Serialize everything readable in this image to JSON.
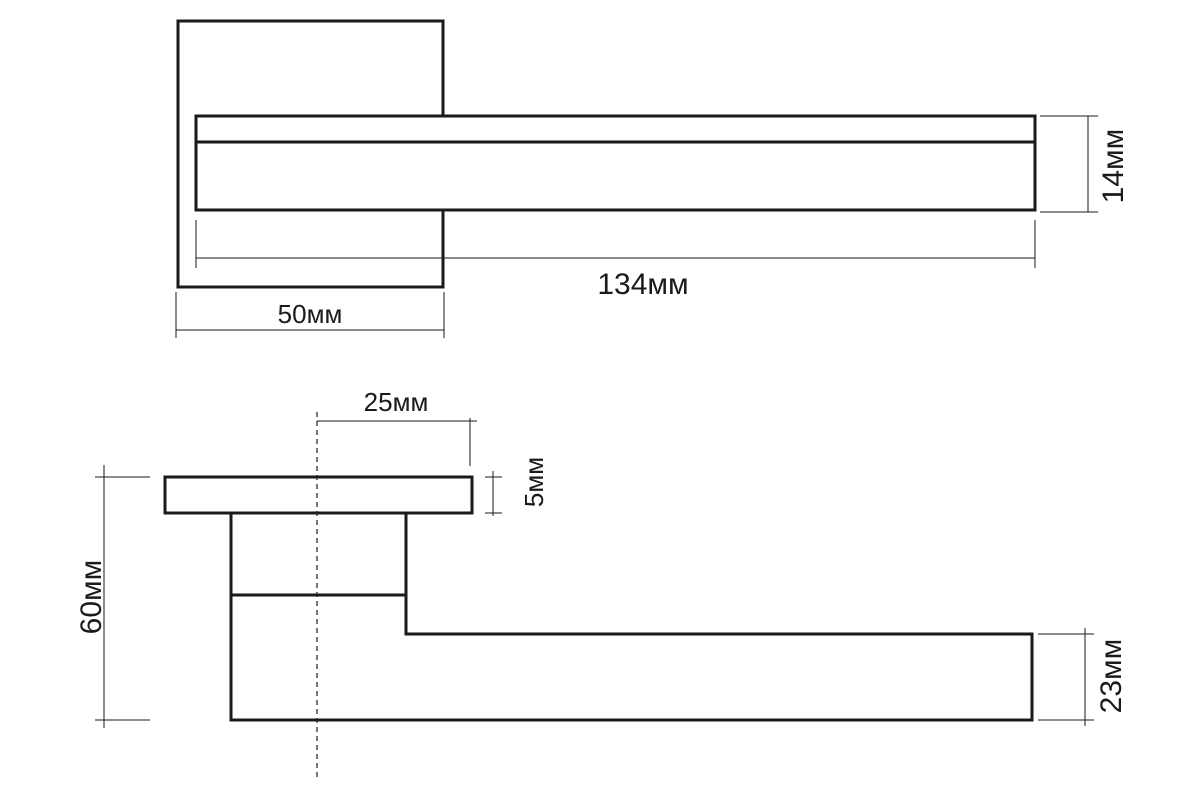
{
  "dimensions": {
    "top_width": "50мм",
    "top_length": "134мм",
    "top_height": "14мм",
    "side_offset": "25мм",
    "side_thickness": "5мм",
    "side_total": "60мм",
    "side_handle": "23мм"
  },
  "colors": {
    "line": "#1a1a1a",
    "background": "#ffffff"
  }
}
